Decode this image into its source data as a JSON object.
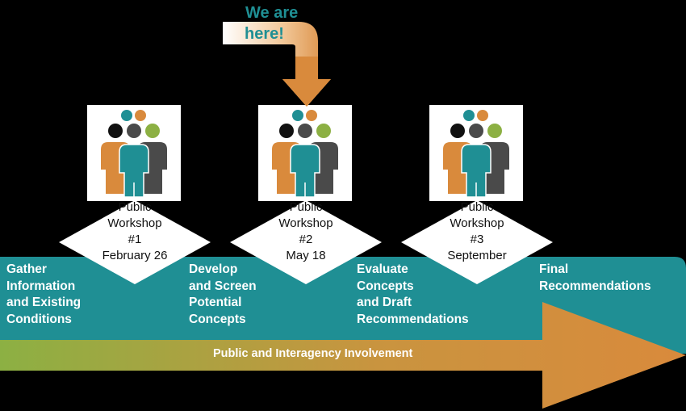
{
  "callout": {
    "line1": "We are",
    "line2": "here!"
  },
  "workshops": [
    {
      "text": "Public\nWorkshop\n#1\nFebruary 26"
    },
    {
      "text": "Public\nWorkshop\n#2\nMay 18"
    },
    {
      "text": "Public\nWorkshop\n#3\nSeptember"
    }
  ],
  "phases": [
    {
      "text": "Gather\nInformation\nand Existing\nConditions"
    },
    {
      "text": "Develop\nand Screen\nPotential\nConcepts"
    },
    {
      "text": "Evaluate\nConcepts\nand Draft\nRecommendations"
    },
    {
      "text": "Final\nRecommendations"
    }
  ],
  "band": {
    "label": "Public and Interagency Involvement"
  },
  "colors": {
    "teal": "#1f8f94",
    "orange": "#d98a3c",
    "green": "#8cb043",
    "dark_gray": "#4a4a4a",
    "black": "#111111"
  }
}
